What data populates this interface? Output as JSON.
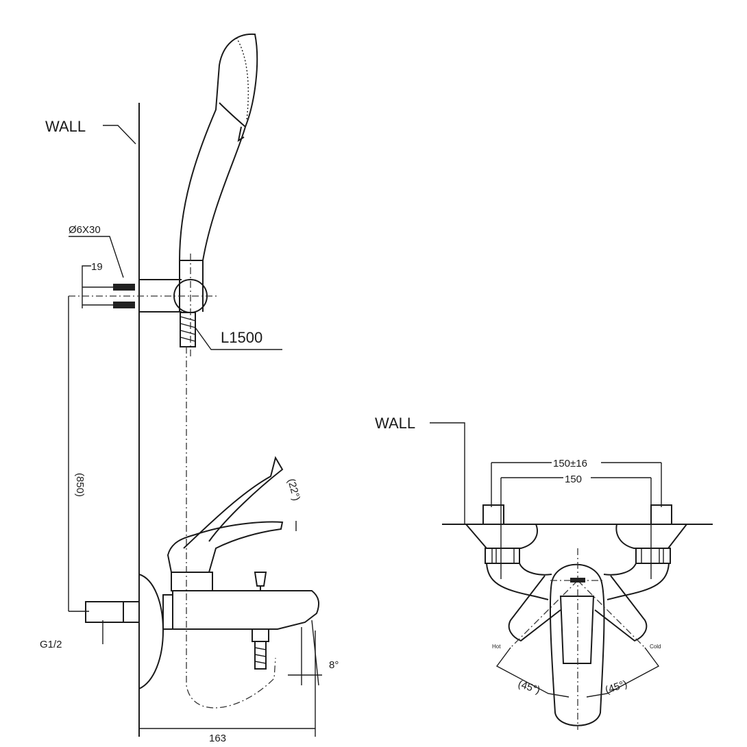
{
  "side_view": {
    "wall_label": "WALL",
    "anchor_label": "Ø6X30",
    "offset_label": "19",
    "hose_label": "L1500",
    "height_label": "(850)",
    "lever_angle_label": "(22°)",
    "inlet_label": "G1/2",
    "spout_angle_label": "8°",
    "projection_label": "163"
  },
  "top_view": {
    "wall_label": "WALL",
    "outer_span_label": "150±16",
    "inner_span_label": "150",
    "hot_label": "Hot",
    "cold_label": "Cold",
    "hot_angle_label": "(45°)",
    "cold_angle_label": "(45°)"
  }
}
